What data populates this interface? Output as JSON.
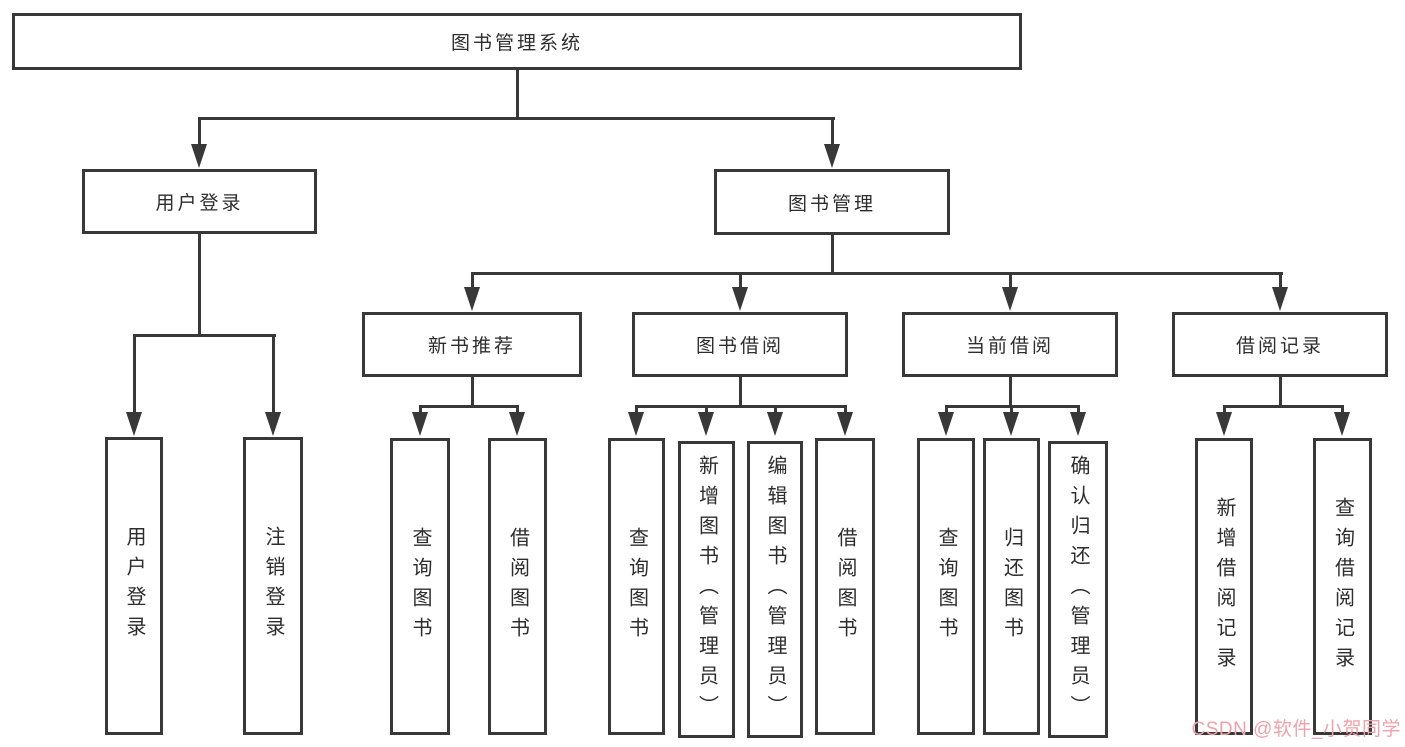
{
  "title": "图书管理系统",
  "level1": {
    "user_login": "用户登录",
    "book_mgmt": "图书管理"
  },
  "level2": {
    "new_books": "新书推荐",
    "book_borrow": "图书借阅",
    "current_borrow": "当前借阅",
    "borrow_records": "借阅记录"
  },
  "leaves": {
    "user_login": [
      "用户登录",
      "注销登录"
    ],
    "new_books": [
      "查询图书",
      "借阅图书"
    ],
    "book_borrow": [
      "查询图书",
      "新增图书（管理员）",
      "编辑图书（管理员）",
      "借阅图书"
    ],
    "current_borrow": [
      "查询图书",
      "归还图书",
      "确认归还（管理员）"
    ],
    "borrow_records": [
      "新增借阅记录",
      "查询借阅记录"
    ]
  },
  "watermark": "CSDN @软件_小贺同学",
  "colors": {
    "line": "#383838",
    "text": "#2d2d2d",
    "watermark": "#efa2a9",
    "background": "#ffffff"
  }
}
